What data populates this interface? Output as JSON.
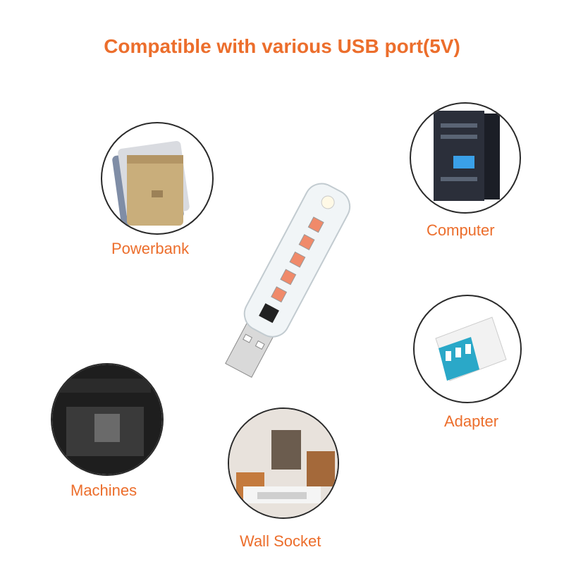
{
  "headline": "Compatible with various USB port(5V)",
  "devices": [
    {
      "label": "Powerbank"
    },
    {
      "label": "Computer"
    },
    {
      "label": "Adapter"
    },
    {
      "label": "Machines"
    },
    {
      "label": "Wall Socket"
    }
  ],
  "colors": {
    "accent": "#ec6e2c",
    "circle_border": "#2a2a2a",
    "led": "#f08a6a"
  }
}
